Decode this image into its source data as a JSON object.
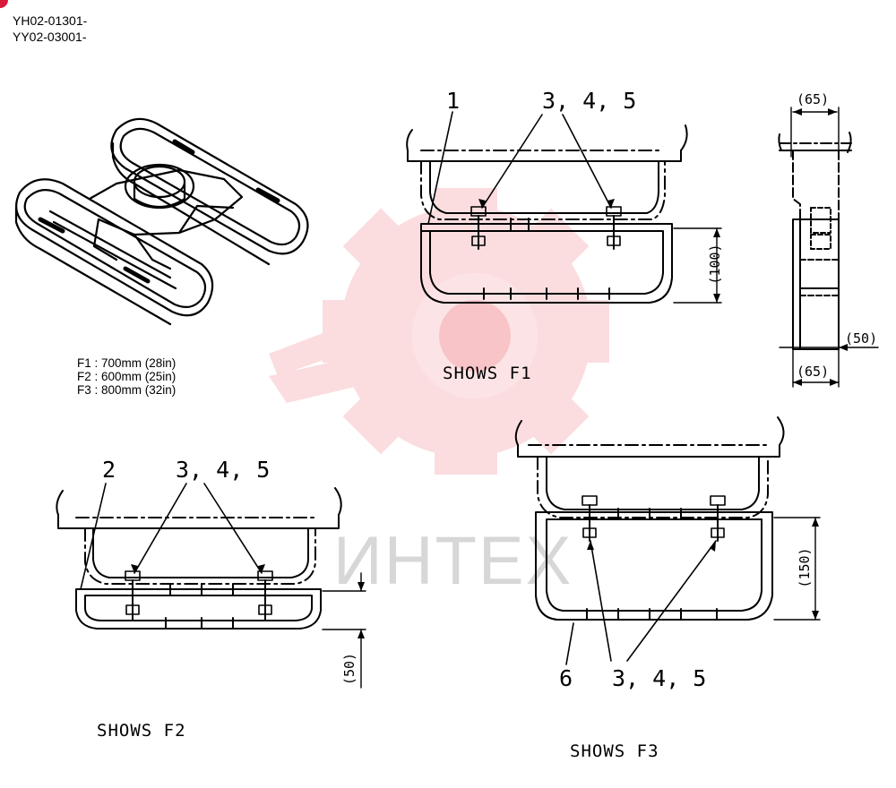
{
  "serials": [
    "YH02-01301-",
    "YY02-03001-"
  ],
  "specs": [
    "F1 : 700mm  (28in)",
    "F2 : 600mm  (25in)",
    "F3 : 800mm  (32in)"
  ],
  "views": {
    "f1": {
      "caption": "SHOWS F1",
      "callout_left": "1",
      "callout_right": "3, 4, 5",
      "dim_height": "(100)"
    },
    "f2": {
      "caption": "SHOWS F2",
      "callout_left": "2",
      "callout_right": "3, 4, 5",
      "dim_height": "(50)"
    },
    "f3": {
      "caption": "SHOWS F3",
      "callout_left": "6",
      "callout_right": "3, 4, 5",
      "dim_height": "(150)"
    },
    "side": {
      "dim_top": "(65)",
      "dim_bottom": "(65)",
      "dim_right": "(50)"
    }
  },
  "watermark": {
    "text": "ИНТЕХ",
    "color": "#e8343c"
  }
}
